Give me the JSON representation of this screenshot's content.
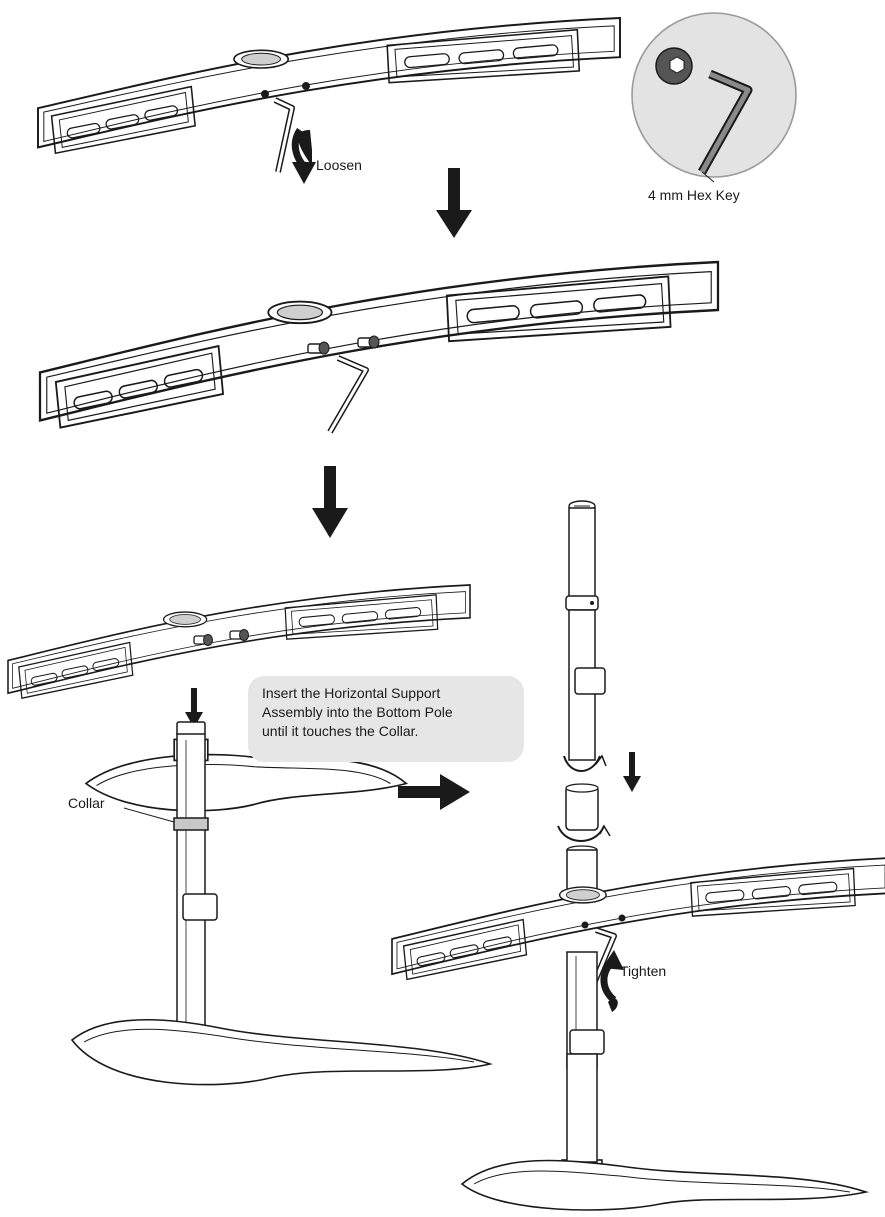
{
  "labels": {
    "loosen": "Loosen",
    "hex_key": "4 mm Hex Key",
    "collar": "Collar",
    "tighten": "Tighten"
  },
  "instruction": {
    "lines": [
      "Insert the Horizontal Support",
      "Assembly into the Bottom Pole",
      "until it touches the Collar."
    ]
  },
  "colors": {
    "line": "#1a1a1a",
    "arrow": "#1a1a1a",
    "callout_fill": "#e6e6e6",
    "inset_fill": "#e3e3e3"
  }
}
